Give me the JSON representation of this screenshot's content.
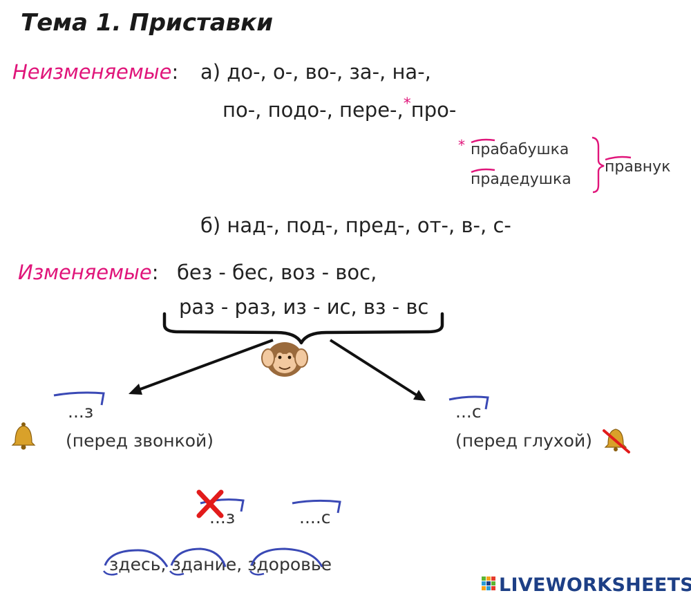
{
  "title": "Тема 1. Приставки",
  "unchangeable": {
    "label": "Неизменяемые",
    "colon": ":",
    "line_a1": "а) до-, о-, во-, за-, на-,",
    "line_a2": "по-, подо-, пере-,",
    "line_a2_end": "про-",
    "asterisk": "*",
    "example_words": [
      "прабабушка",
      "прадедушка"
    ],
    "example_result": "правнук",
    "line_b": "б) над-, под-, пред-, от-, в-, с-"
  },
  "changeable": {
    "label": "Изменяемые",
    "colon": ":",
    "pairs_line1": "без - бес, воз - вос,",
    "pairs_line2": "раз - раз, из - ис, вз - вс"
  },
  "rules": {
    "voiced_marker": "...з",
    "voiced_text": "(перед звонкой)",
    "voiceless_marker": "...с",
    "voiceless_text": "(перед глухой)"
  },
  "exceptions": {
    "crossed_marker": "...з",
    "correct_marker": "....с",
    "words": "здесь, здание, здоровье"
  },
  "colors": {
    "pink": "#e0157a",
    "blue_arc": "#3a49b5",
    "red_cross": "#e21b1b",
    "logo_blue": "#1d3f86"
  },
  "icons": [
    "bell-icon",
    "muted-bell-icon",
    "monkey-icon",
    "liveworksheets-logo-icon"
  ],
  "brand": "LIVEWORKSHEETS"
}
